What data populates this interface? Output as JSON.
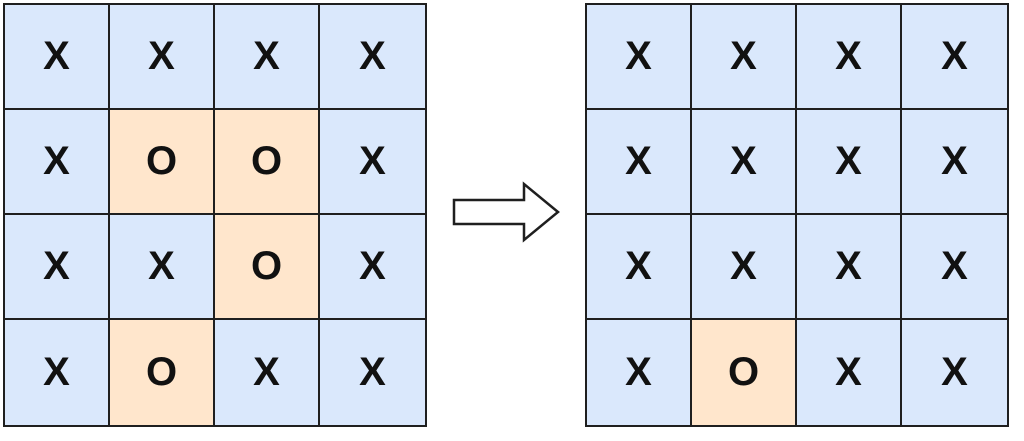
{
  "diagram": {
    "before_grid": [
      [
        "X",
        "X",
        "X",
        "X"
      ],
      [
        "X",
        "O",
        "O",
        "X"
      ],
      [
        "X",
        "X",
        "O",
        "X"
      ],
      [
        "X",
        "O",
        "X",
        "X"
      ]
    ],
    "after_grid": [
      [
        "X",
        "X",
        "X",
        "X"
      ],
      [
        "X",
        "X",
        "X",
        "X"
      ],
      [
        "X",
        "X",
        "X",
        "X"
      ],
      [
        "X",
        "O",
        "X",
        "X"
      ]
    ],
    "colors": {
      "x_cell": "#dae8fc",
      "o_cell": "#ffe6cc",
      "border": "#1f1f1f",
      "text": "#111111",
      "arrow_fill": "#ffffff",
      "arrow_stroke": "#1f1f1f"
    },
    "arrow_icon": "right-arrow-icon"
  }
}
